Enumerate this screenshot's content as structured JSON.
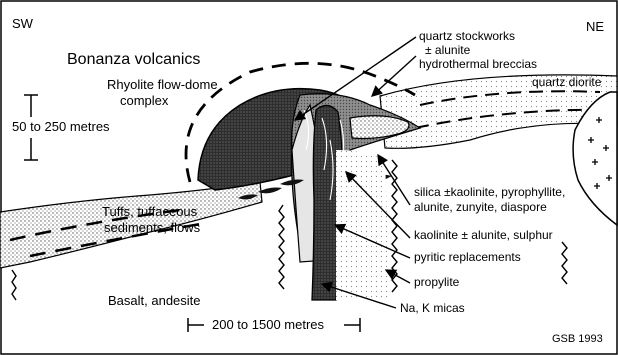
{
  "diagram": {
    "orientation": {
      "left": "SW",
      "right": "NE"
    },
    "title": "Bonanza volcanics",
    "labels": {
      "rhyolite": "Rhyolite flow-dome complex",
      "rhyolite_line1": "Rhyolite flow-dome",
      "rhyolite_line2": "complex",
      "vertical_scale": "50 to 250 metres",
      "tuffs_line1": "Tuffs, tuffaceous",
      "tuffs_line2": "sediments, flows",
      "basalt": "Basalt, andesite",
      "horizontal_scale": "200 to 1500 metres",
      "credit": "GSB 1993",
      "quartz_diorite": "quartz diorite"
    },
    "zones": {
      "quartz_stockworks_line1": "quartz stockworks",
      "quartz_stockworks_line2": "± alunite",
      "hydrothermal_breccias": "hydrothermal breccias",
      "silica_line1": "silica ±kaolinite, pyrophyllite,",
      "silica_line2": "alunite, zunyite, diaspore",
      "kaolinite": "kaolinite ± alunite, sulphur",
      "pyritic": "pyritic replacements",
      "propylite": "propylite",
      "micas": "Na, K micas"
    },
    "colors": {
      "ink": "#000000",
      "dark_fill": "#3a3a3a",
      "mid_fill": "#9a9a9a",
      "light_fill": "#d6d6d6",
      "paper": "#ffffff"
    }
  }
}
